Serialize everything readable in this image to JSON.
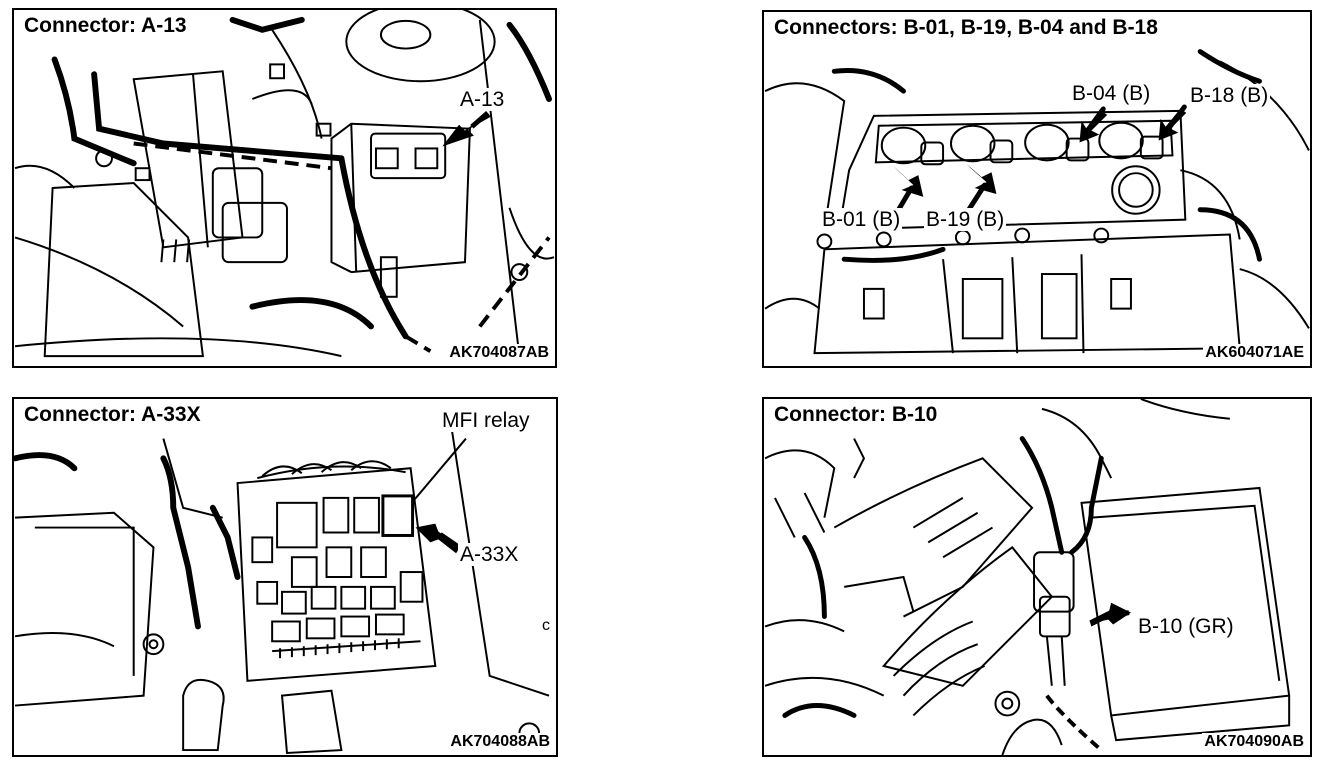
{
  "panels": [
    {
      "title": "Connector: A-13",
      "code": "AK704087AB",
      "callouts": [
        "A-13"
      ]
    },
    {
      "title": "Connectors: B-01, B-19, B-04 and B-18",
      "code": "AK604071AE",
      "callouts": [
        "B-04 (B)",
        "B-18 (B)",
        "B-01 (B)",
        "B-19 (B)"
      ]
    },
    {
      "title": "Connector: A-33X",
      "code": "AK704088AB",
      "callouts": [
        "MFI relay",
        "A-33X"
      ],
      "mark": "c"
    },
    {
      "title": "Connector: B-10",
      "code": "AK704090AB",
      "callouts": [
        "B-10 (GR)"
      ]
    }
  ]
}
